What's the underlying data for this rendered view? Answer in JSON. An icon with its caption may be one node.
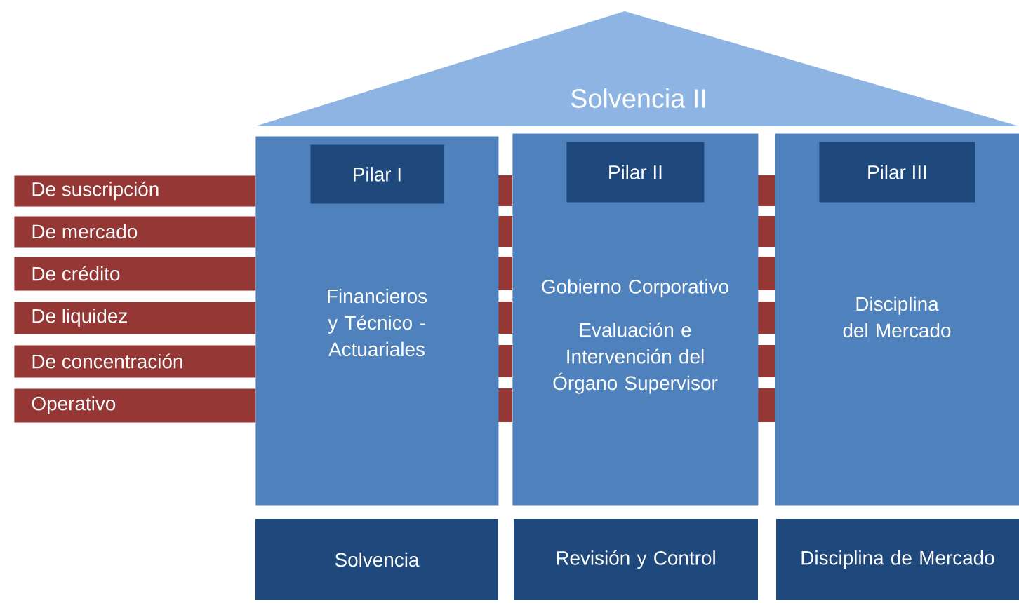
{
  "diagram": {
    "nodes": [
      {
        "text": [
          "Solvencia II"
        ]
      },
      {
        "text": [
          "Financieros y Técnico - Actuariales"
        ]
      },
      {
        "text": [
          "Pilar I"
        ],
        "in": 1
      },
      {
        "text": [
          "Gobierno Corporativo",
          "Evaluación e Intervención del Órgano Supervisor"
        ]
      },
      {
        "text": [
          "Pilar II"
        ],
        "in": 3
      },
      {
        "text": [
          "Disciplina del Mercado"
        ]
      },
      {
        "text": [
          "Pilar III"
        ],
        "in": 5
      },
      {
        "text": [
          "De suscripción"
        ]
      },
      {
        "text": [
          "De mercado"
        ]
      },
      {
        "text": [
          "De crédito"
        ]
      },
      {
        "text": [
          "De liquidez"
        ]
      },
      {
        "text": [
          "De concentración"
        ]
      },
      {
        "text": [
          "Operativo"
        ]
      },
      {
        "text": [
          "Solvencia"
        ]
      },
      {
        "text": [
          "Revisión y Control"
        ]
      },
      {
        "text": [
          "Disciplina de Mercado"
        ]
      }
    ]
  }
}
